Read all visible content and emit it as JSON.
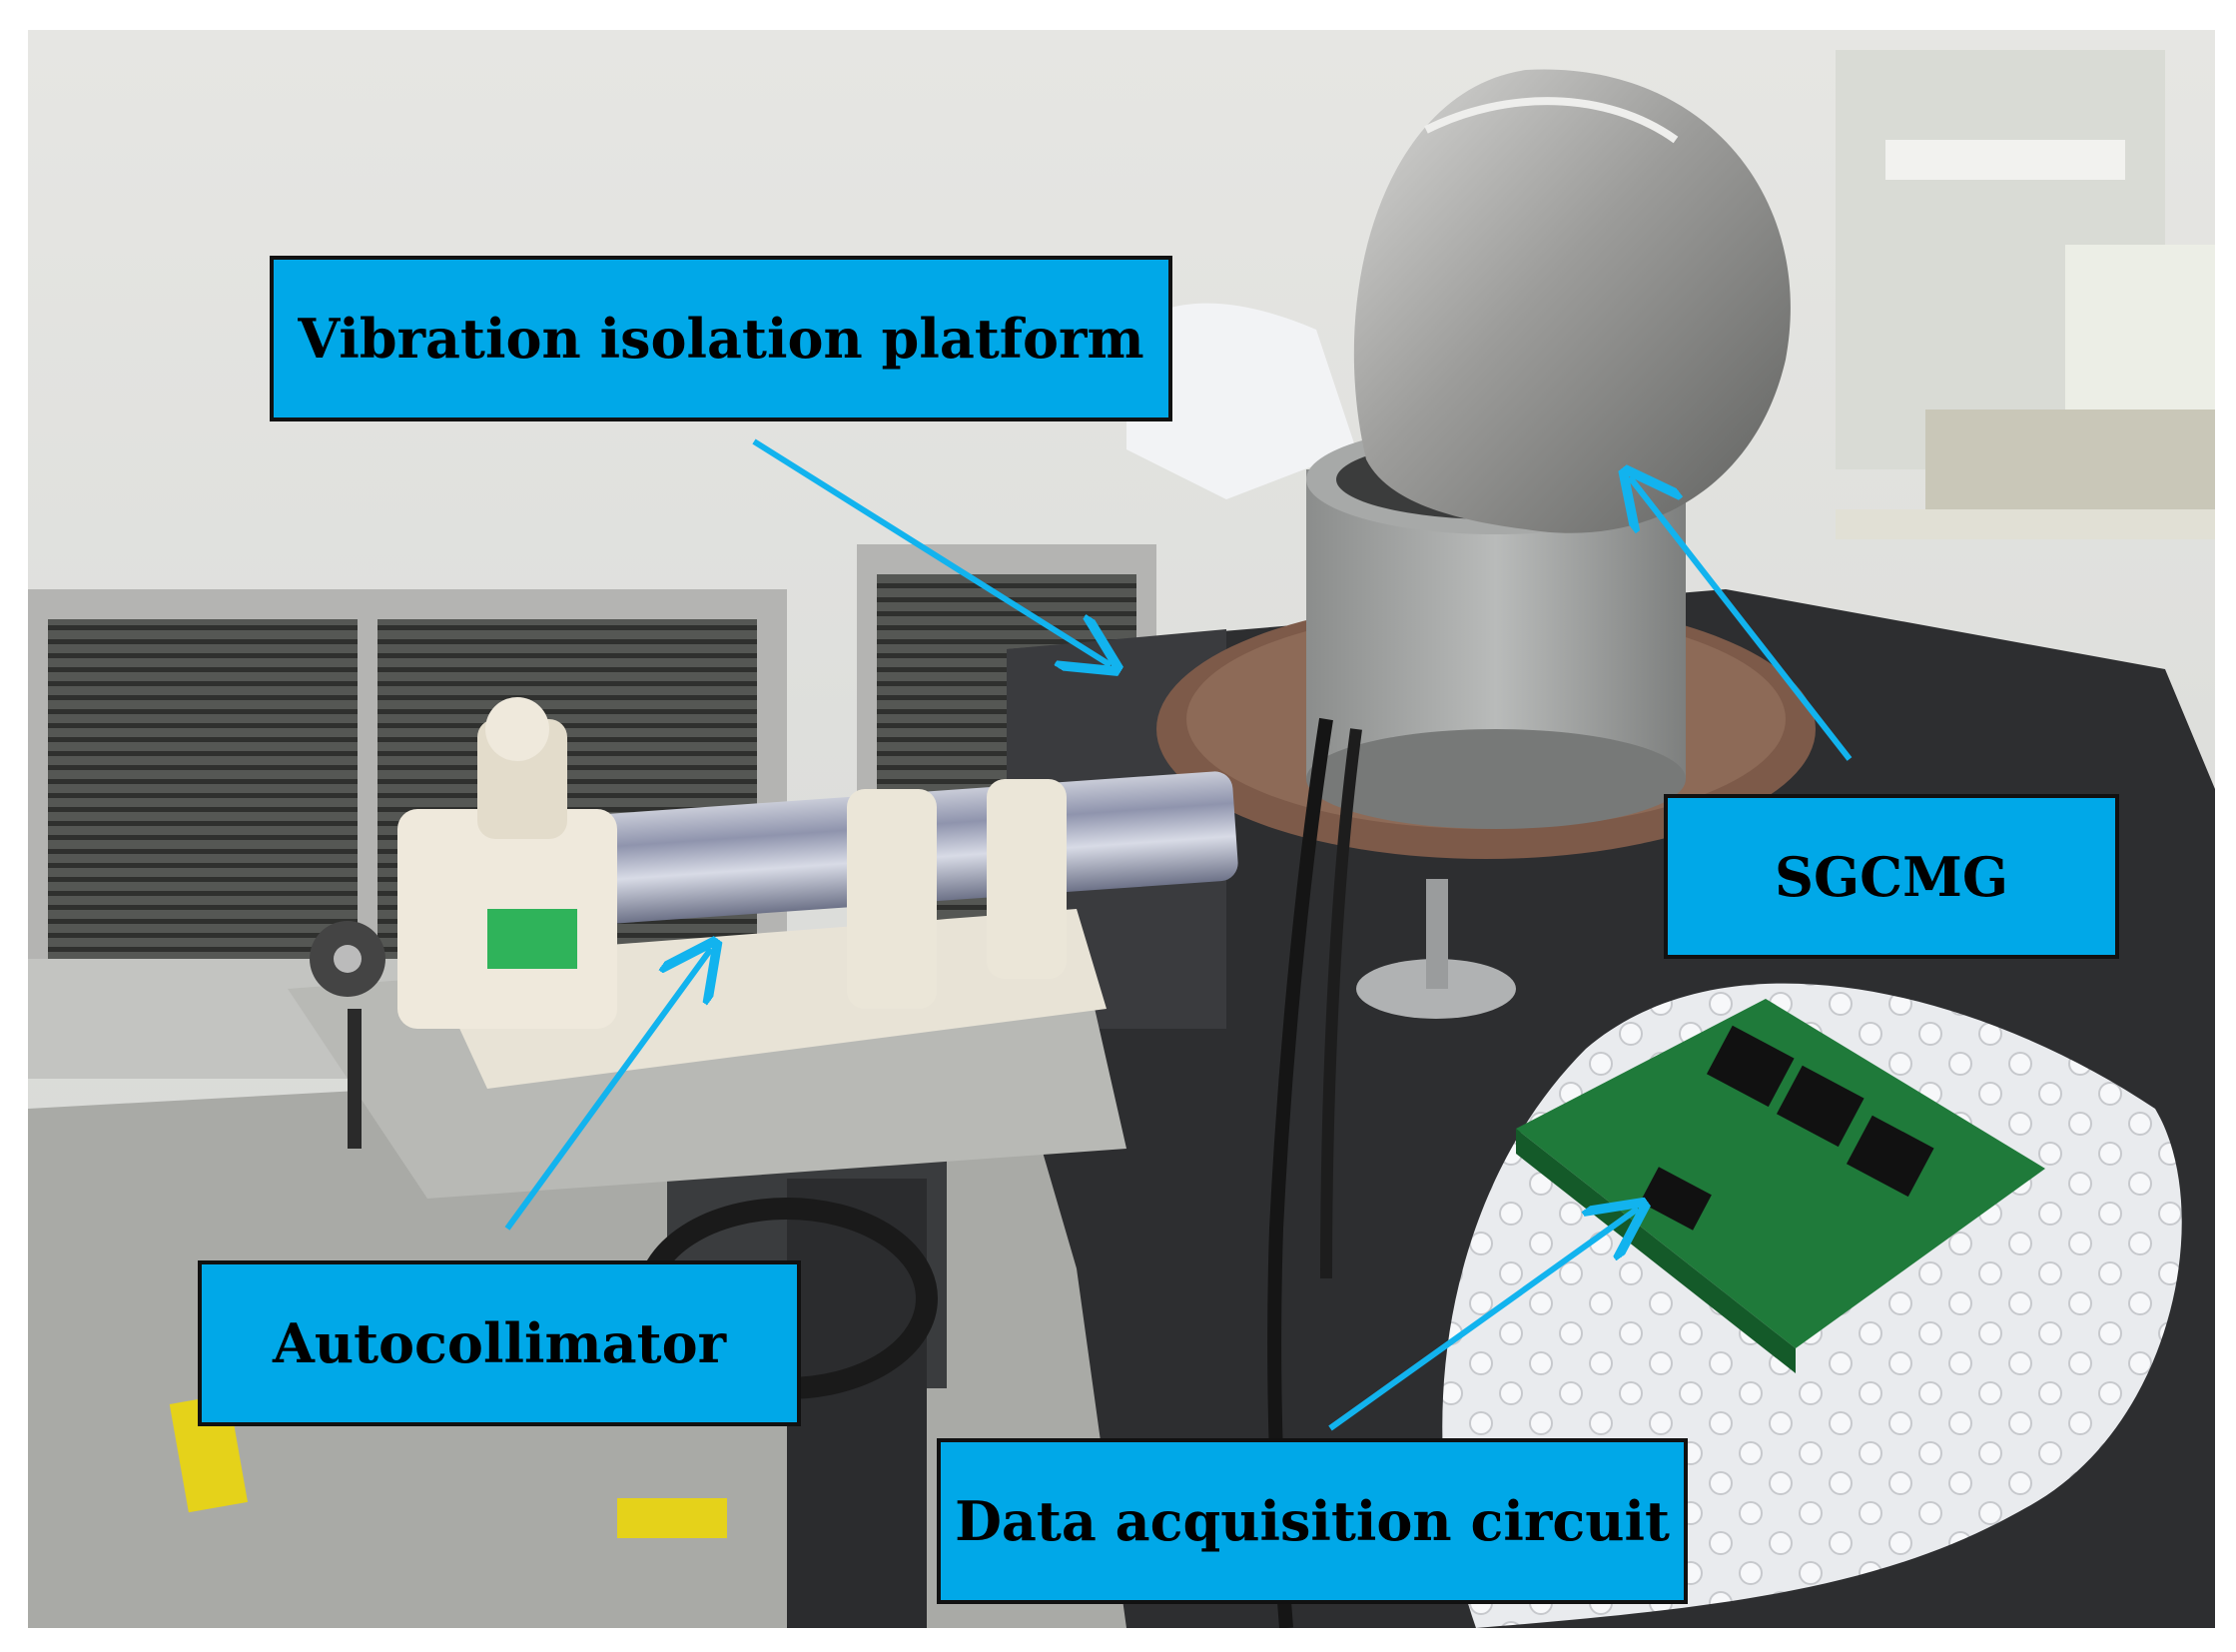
{
  "figure": {
    "description_colors": {
      "callout_fill": "#00a8e8",
      "callout_border": "#111111",
      "arrow_color": "#12b3ee"
    },
    "labels": {
      "vibration_platform": "Vibration isolation platform",
      "sgcmg": "SGCMG",
      "autocollimator": "Autocollimator",
      "daq": "Data acquisition circuit"
    }
  }
}
